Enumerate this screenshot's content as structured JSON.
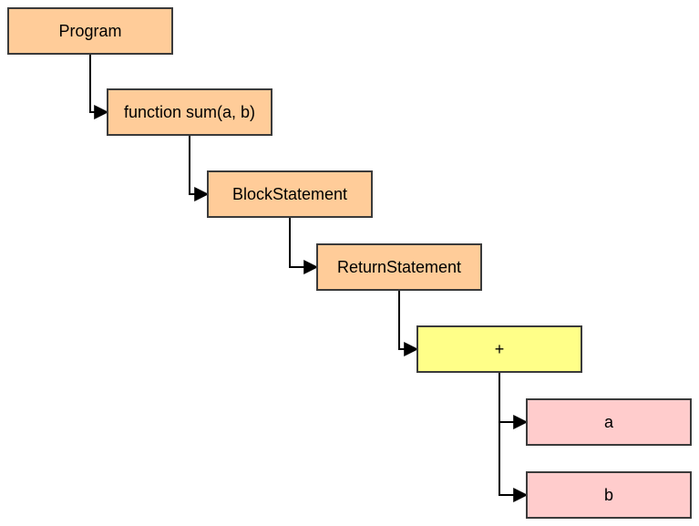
{
  "diagram": {
    "type": "tree",
    "description_label": "abstract-syntax-tree",
    "colors": {
      "background": "#ffffff",
      "node_orange": "#ffcc99",
      "node_yellow": "#ffff88",
      "node_pink": "#ffcccc",
      "node_border": "#3b3b3b",
      "connector": "#000000",
      "text": "#000000"
    },
    "nodes": [
      {
        "id": "program",
        "label": "Program",
        "fill": "orange"
      },
      {
        "id": "function-sum",
        "label": "function sum(a, b)",
        "fill": "orange"
      },
      {
        "id": "block-statement",
        "label": "BlockStatement",
        "fill": "orange"
      },
      {
        "id": "return-statement",
        "label": "ReturnStatement",
        "fill": "orange"
      },
      {
        "id": "plus-operator",
        "label": "+",
        "fill": "yellow"
      },
      {
        "id": "identifier-a",
        "label": "a",
        "fill": "pink"
      },
      {
        "id": "identifier-b",
        "label": "b",
        "fill": "pink"
      }
    ],
    "edges": [
      {
        "from": "program",
        "to": "function-sum"
      },
      {
        "from": "function-sum",
        "to": "block-statement"
      },
      {
        "from": "block-statement",
        "to": "return-statement"
      },
      {
        "from": "return-statement",
        "to": "plus-operator"
      },
      {
        "from": "plus-operator",
        "to": "identifier-a"
      },
      {
        "from": "plus-operator",
        "to": "identifier-b"
      }
    ]
  }
}
